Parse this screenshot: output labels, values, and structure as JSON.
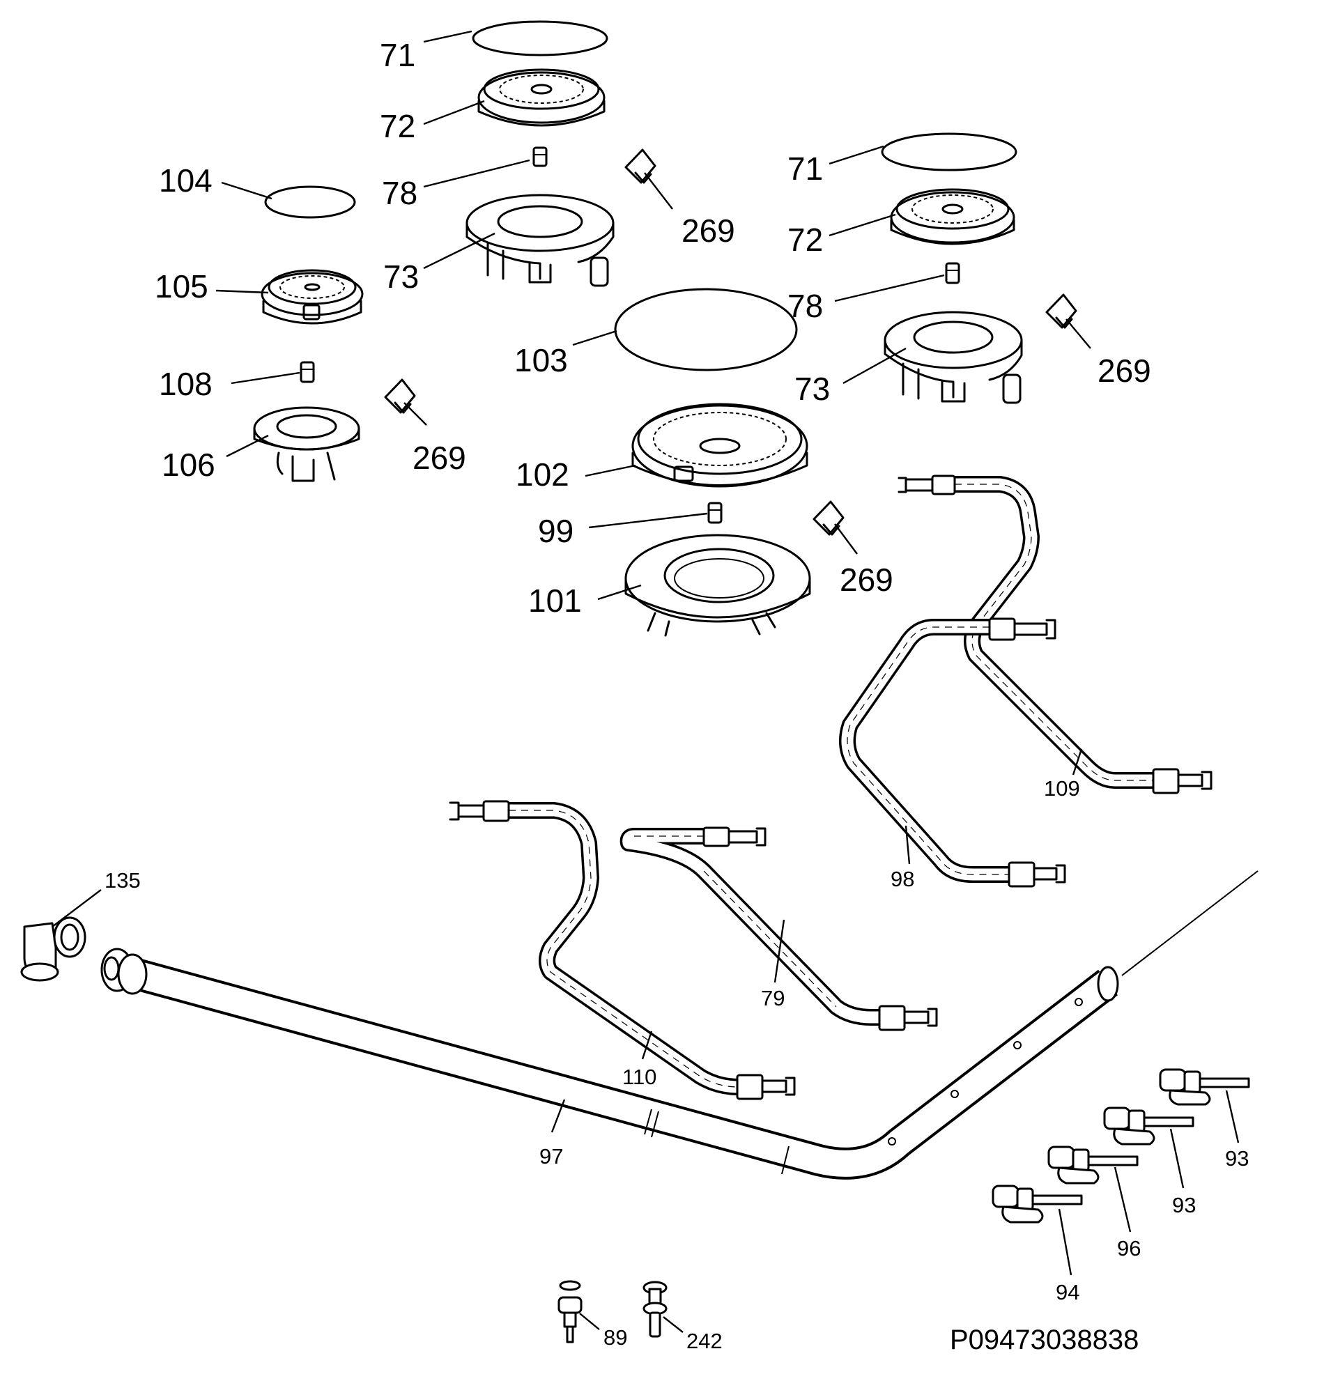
{
  "diagram": {
    "reference_code": "P09473038838",
    "parts": {
      "p71a": "71",
      "p72a": "72",
      "p78a": "78",
      "p73a": "73",
      "p269a": "269",
      "p104": "104",
      "p105": "105",
      "p108": "108",
      "p106": "106",
      "p269b": "269",
      "p71b": "71",
      "p72b": "72",
      "p78b": "78",
      "p73b": "73",
      "p269c": "269",
      "p103": "103",
      "p102": "102",
      "p99": "99",
      "p101": "101",
      "p269d": "269",
      "p109": "109",
      "p98": "98",
      "p79": "79",
      "p110": "110",
      "p97": "97",
      "p135": "135",
      "p93a": "93",
      "p93b": "93",
      "p96": "96",
      "p94": "94",
      "p89": "89",
      "p242": "242"
    }
  }
}
